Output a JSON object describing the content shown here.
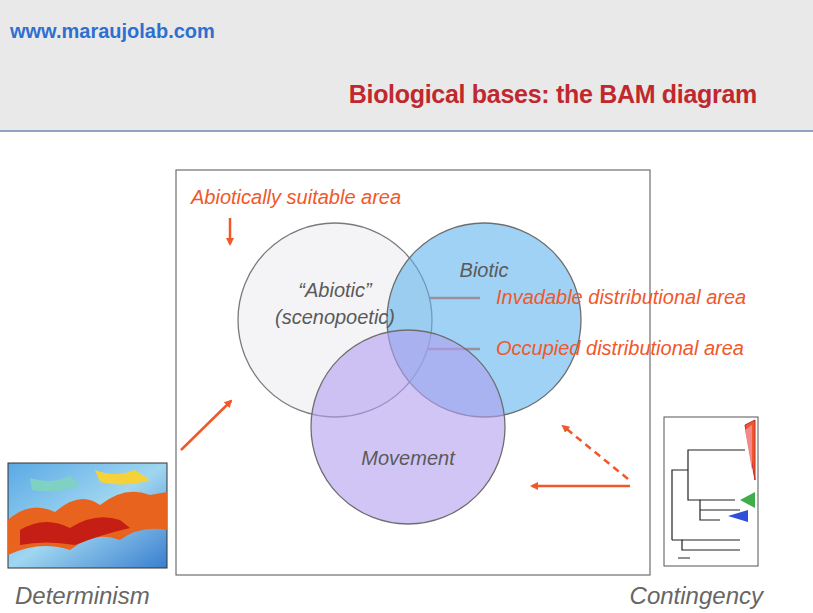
{
  "diagram": {
    "title": "Biological bases: the BAM diagram",
    "nodes": [
      {
        "text": [
          "“Abiotic” (scenopoetic)"
        ]
      },
      {
        "text": [
          "Biotic"
        ]
      },
      {
        "text": [
          "Movement"
        ]
      }
    ],
    "labels": [
      "www.maraujolab.com",
      "Abiotically suitable area",
      "Invadable distributional area",
      "Occupied distributional area",
      "Determinism",
      "Contingency"
    ]
  }
}
